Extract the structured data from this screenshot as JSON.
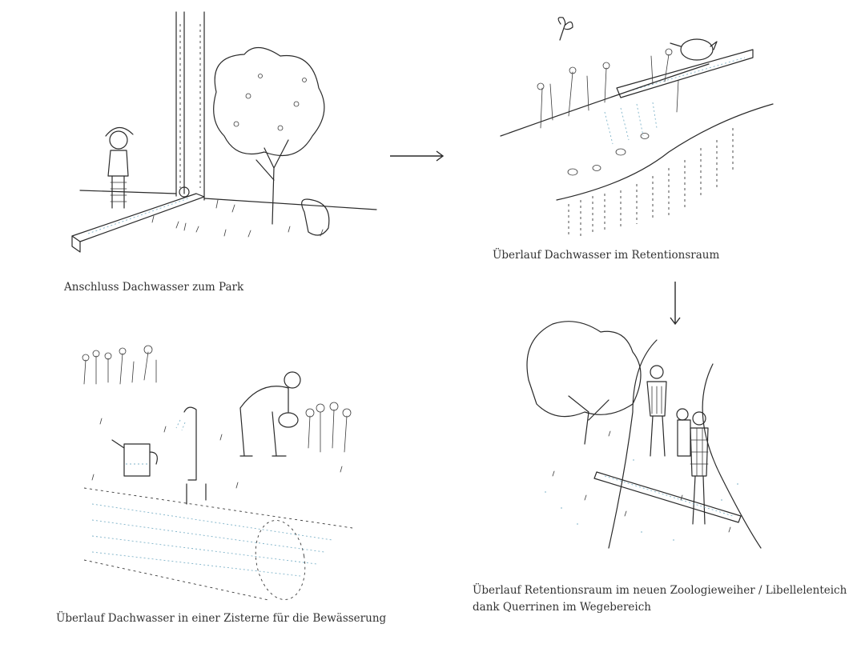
{
  "captions": {
    "top_left": "Anschluss Dachwasser zum Park",
    "top_right": "Überlauf Dachwasser im Retentionsraum",
    "bottom_left": "Überlauf Dachwasser in einer Zisterne für die Bewässerung",
    "bottom_right_line1": "Überlauf Retentionsraum im neuen Zoologieweiher / Libellelenteich",
    "bottom_right_line2": "dank Querrinen im Wegebereich"
  },
  "colors": {
    "ink": "#2a2a2a",
    "water": "#7fb3c9",
    "background": "#ffffff"
  },
  "flow": [
    "top_left",
    "top_right",
    "bottom_right"
  ]
}
